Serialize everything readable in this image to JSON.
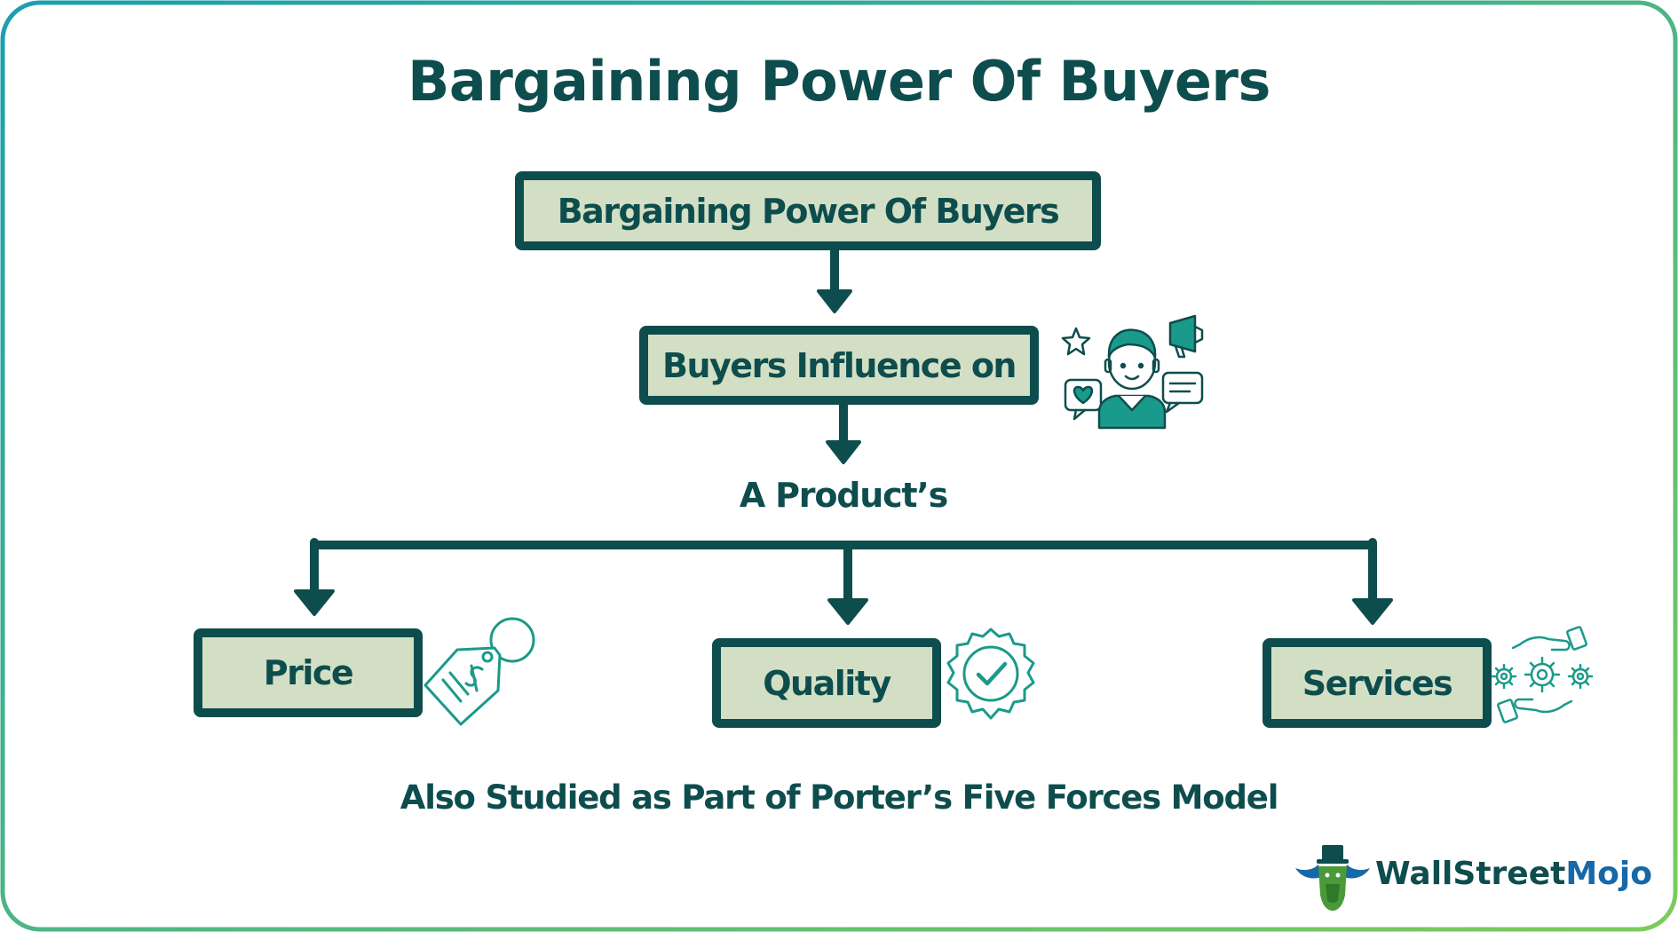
{
  "title": "Bargaining Power Of Buyers",
  "nodes": {
    "root": "Bargaining Power Of Buyers",
    "influence": "Buyers Influence on",
    "product": "A Product’s",
    "price": "Price",
    "quality": "Quality",
    "services": "Services"
  },
  "footer_note": "Also Studied as Part of Porter’s Five Forces Model",
  "brand": {
    "name_part1": "WallStreet",
    "name_part2": "Mojo"
  },
  "icons": {
    "influence": "customer-feedback-icon",
    "price": "price-tag-icon",
    "quality": "quality-badge-icon",
    "services": "service-hands-gears-icon",
    "brand": "bull-logo-icon"
  },
  "colors": {
    "primary": "#0e4d4d",
    "box_fill": "#d3dfc4",
    "accent": "#1a9a8a",
    "frame_start": "#1a9fb0",
    "frame_end": "#7ccc5a",
    "brand_blue": "#1668a8",
    "brand_green": "#4a9a3a"
  }
}
